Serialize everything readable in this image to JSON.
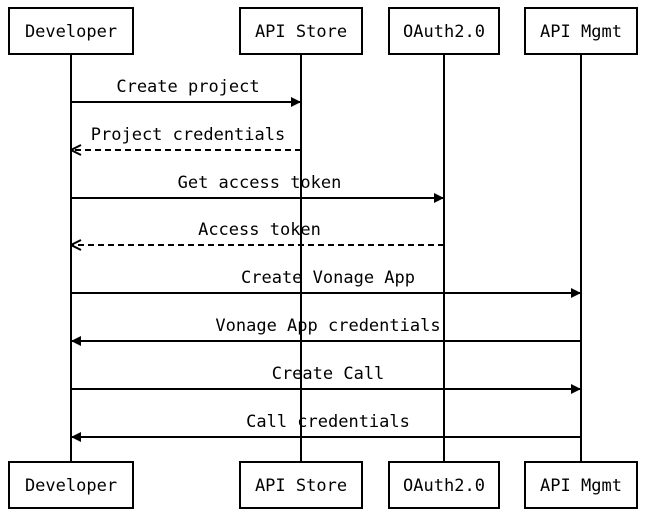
{
  "participants": [
    {
      "id": "developer",
      "label": "Developer"
    },
    {
      "id": "apistore",
      "label": "API Store"
    },
    {
      "id": "oauth",
      "label": "OAuth2.0"
    },
    {
      "id": "apimgmt",
      "label": "API Mgmt"
    }
  ],
  "messages": [
    {
      "from": "developer",
      "to": "apistore",
      "label": "Create project",
      "style": "solid"
    },
    {
      "from": "apistore",
      "to": "developer",
      "label": "Project credentials",
      "style": "dashed"
    },
    {
      "from": "developer",
      "to": "oauth",
      "label": "Get access token",
      "style": "solid"
    },
    {
      "from": "oauth",
      "to": "developer",
      "label": "Access token",
      "style": "dashed"
    },
    {
      "from": "developer",
      "to": "apimgmt",
      "label": "Create Vonage App",
      "style": "solid"
    },
    {
      "from": "apimgmt",
      "to": "developer",
      "label": "Vonage App credentials",
      "style": "solid"
    },
    {
      "from": "developer",
      "to": "apimgmt",
      "label": "Create Call",
      "style": "solid"
    },
    {
      "from": "apimgmt",
      "to": "developer",
      "label": "Call credentials",
      "style": "solid"
    }
  ],
  "colors": {
    "line": "#000000",
    "background": "#ffffff"
  }
}
